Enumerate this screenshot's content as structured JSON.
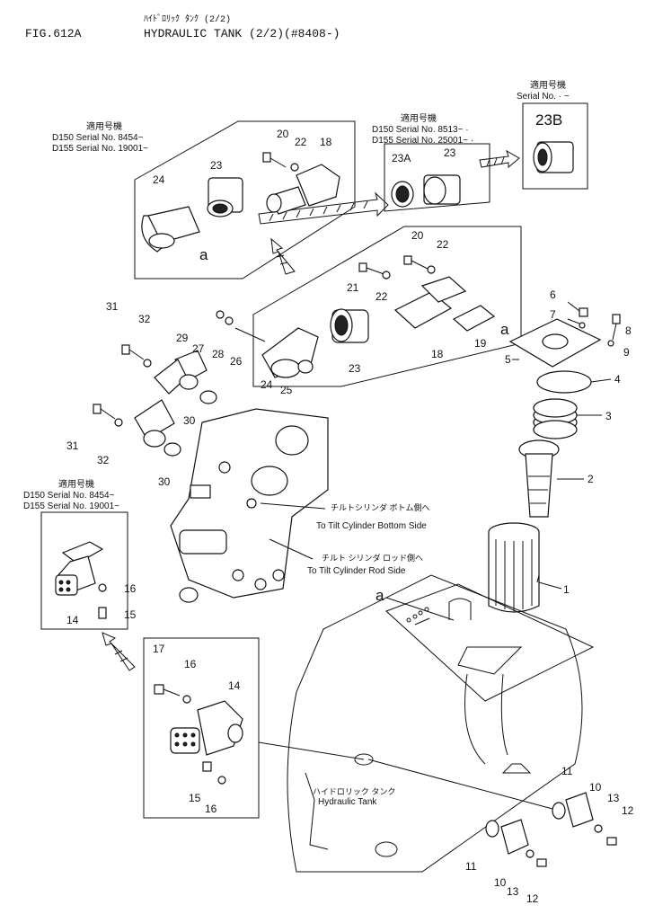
{
  "header": {
    "fig_number": "FIG.612A",
    "title_jp": "ﾊｲﾄﾞﾛﾘｯｸ ﾀﾝｸ (2/2)",
    "title": "HYDRAULIC TANK (2/2)(#8408-)"
  },
  "serial_blocks": {
    "top_left": {
      "heading": "適用号機",
      "line1": "D150  Serial No. 8454~",
      "line2": "D155  Serial No. 19001~"
    },
    "top_mid": {
      "heading": "適用号機",
      "line1": "D150  Serial No. 8513~ ·",
      "line2": "D155  Serial No. 25001~ ·"
    },
    "top_right": {
      "heading": "適用号機",
      "line1": "Serial No.   ·  ~"
    },
    "mid_left": {
      "heading": "適用号機",
      "line1": "D150  Serial No. 8454~",
      "line2": "D155  Serial No. 19001~"
    }
  },
  "annotations": {
    "tilt_bottom_jp": "チルトシリンダ ボトム側へ",
    "tilt_bottom": "To Tilt Cylinder Bottom Side",
    "tilt_rod_jp": "チルト シリンダ ロッド側へ",
    "tilt_rod": "To Tilt Cylinder Rod Side",
    "tank_jp": "ハイドロリック タンク",
    "tank": "Hydraulic Tank"
  },
  "callouts": {
    "c1": "1",
    "c2": "2",
    "c3": "3",
    "c4": "4",
    "c5": "5",
    "c6": "6",
    "c7": "7",
    "c8": "8",
    "c9": "9",
    "c10a": "10",
    "c10b": "10",
    "c11a": "11",
    "c11b": "11",
    "c12a": "12",
    "c12b": "12",
    "c13a": "13",
    "c13b": "13",
    "c14a": "14",
    "c14b": "14",
    "c15a": "15",
    "c15b": "15",
    "c16a": "16",
    "c16b": "16",
    "c16c": "16",
    "c17": "17",
    "c18a": "18",
    "c18b": "18",
    "c19": "19",
    "c20a": "20",
    "c20b": "20",
    "c21": "21",
    "c22a": "22",
    "c22b": "22",
    "c22c": "22",
    "c23a": "23",
    "c23b": "23",
    "c23c": "23",
    "c23A": "23A",
    "c23B": "23B",
    "c24a": "24",
    "c24b": "24",
    "c25": "25",
    "c26": "26",
    "c27": "27",
    "c28": "28",
    "c29": "29",
    "c30a": "30",
    "c30b": "30",
    "c31a": "31",
    "c31b": "31",
    "c32a": "32",
    "c32b": "32",
    "a1": "a",
    "a2": "a",
    "a3": "a"
  }
}
